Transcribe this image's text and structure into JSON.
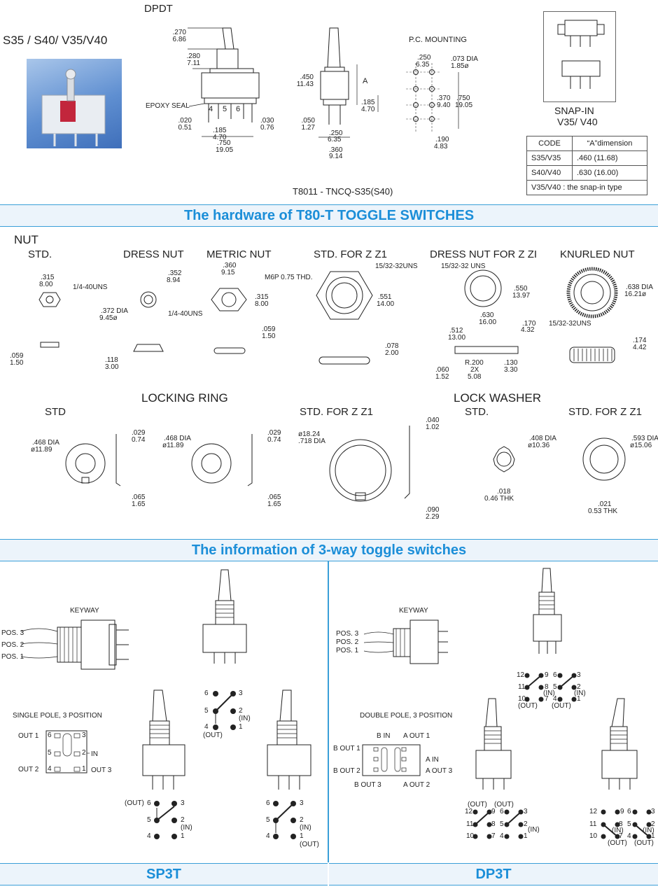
{
  "top": {
    "dpdt_label": "DPDT",
    "model_label": "S35 / S40/ V35/V40",
    "epoxy_seal": "EPOXY SEAL",
    "pin_4": "4",
    "pin_5": "5",
    "pin_6": "6",
    "dim_270": ".270",
    "dim_686": "6.86",
    "dim_280": ".280",
    "dim_711": "7.11",
    "dim_020": ".020",
    "dim_051": "0.51",
    "dim_185a": ".185",
    "dim_470a": "4.70",
    "dim_750a": ".750",
    "dim_1905a": "19.05",
    "dim_030": ".030",
    "dim_076": "0.76",
    "dim_450": ".450",
    "dim_1143": "11.43",
    "dim_A": "A",
    "dim_185b": ".185",
    "dim_470b": "4.70",
    "dim_050": ".050",
    "dim_127": "1.27",
    "dim_250a": ".250",
    "dim_635a": "6.35",
    "dim_360": ".360",
    "dim_914": "9.14",
    "pc_mounting": "P.C. MOUNTING",
    "dim_250b": ".250",
    "dim_635b": "6.35",
    "dim_073": ".073 DIA",
    "dim_185c": "1.85ø",
    "dim_370": ".370",
    "dim_940": "9.40",
    "dim_750b": ".750",
    "dim_1905b": "19.05",
    "dim_190": ".190",
    "dim_483": "4.83",
    "part_no": "T8011 - TNCQ-S35(S40)",
    "snap_in": "SNAP-IN",
    "snap_model": "V35/ V40"
  },
  "code_table": {
    "header_code": "CODE",
    "header_dim": "“A”dimension",
    "rows": [
      {
        "code": "S35/V35",
        "dim": ".460 (11.68)"
      },
      {
        "code": "S40/V40",
        "dim": ".630 (16.00)"
      }
    ],
    "note": "V35/V40 : the snap-in type"
  },
  "banner_hardware": "The hardware of T80-T TOGGLE SWITCHES",
  "nut": {
    "title": "NUT",
    "std": "STD.",
    "dress": "DRESS NUT",
    "metric": "METRIC NUT",
    "stdz": "STD. FOR Z Z1",
    "dressz": "DRESS NUT FOR Z ZI",
    "knurled": "KNURLED NUT",
    "std_dim1": ".315",
    "std_dim2": "8.00",
    "std_thread": "1/4-40UNS",
    "std_h1": ".059",
    "std_h2": "1.50",
    "dress_d1": ".352",
    "dress_d2": "8.94",
    "dress_dia1": ".372 DIA",
    "dress_dia2": "9.45ø",
    "dress_thread": "1/4-40UNS",
    "dress_h1": ".118",
    "dress_h2": "3.00",
    "metric_d1": ".360",
    "metric_d2": "9.15",
    "metric_thread": "M6P 0.75 THD.",
    "metric_d3": ".315",
    "metric_d4": "8.00",
    "metric_h1": ".059",
    "metric_h2": "1.50",
    "stdz_thread": "15/32-32UNS",
    "stdz_d1": ".551",
    "stdz_d2": "14.00",
    "stdz_h1": ".078",
    "stdz_h2": "2.00",
    "dressz_thread": "15/32-32 UNS",
    "dressz_d1": ".550",
    "dressz_d2": "13.97",
    "dressz_d3": ".630",
    "dressz_d4": "16.00",
    "dressz_512": ".512",
    "dressz_1300": "13.00",
    "dressz_170": ".170",
    "dressz_432": "4.32",
    "dressz_060": ".060",
    "dressz_152": "1.52",
    "dressz_r": "R.200",
    "dressz_2x": "2X",
    "dressz_508": "5.08",
    "dressz_130": ".130",
    "dressz_330": "3.30",
    "knurl_d1": ".638 DIA",
    "knurl_d2": "16.21ø",
    "knurl_thread": "15/32-32UNS",
    "knurl_h1": ".174",
    "knurl_h2": "4.42"
  },
  "locking": {
    "ring_title": "LOCKING RING",
    "washer_title": "LOCK WASHER",
    "std1": "STD",
    "stdz1": "STD. FOR Z Z1",
    "std2": "STD.",
    "stdz2": "STD. FOR Z Z1",
    "r1_dia1": ".468 DIA",
    "r1_dia2": "ø11.89",
    "r1_t1": ".029",
    "r1_t2": "0.74",
    "r1_w1": ".065",
    "r1_w2": "1.65",
    "r2_dia1": ".468 DIA",
    "r2_dia2": "ø11.89",
    "r2_t1": ".029",
    "r2_t2": "0.74",
    "r2_w1": ".065",
    "r2_w2": "1.65",
    "r3_dia1": "ø18.24",
    "r3_dia2": ".718 DIA",
    "r3_t1": ".040",
    "r3_t2": "1.02",
    "r3_w1": ".090",
    "r3_w2": "2.29",
    "w1_dia1": ".408 DIA",
    "w1_dia2": "ø10.36",
    "w1_t1": ".018",
    "w1_t2": "0.46 THK",
    "w2_dia1": ".593 DIA",
    "w2_dia2": "ø15.06",
    "w2_t1": ".021",
    "w2_t2": "0.53 THK"
  },
  "banner_info": "The information of 3-way toggle switches",
  "sp3t": {
    "keyway": "KEYWAY",
    "pos3": "POS. 3",
    "pos2": "POS. 2",
    "pos1": "POS. 1",
    "single_pole": "SINGLE POLE, 3 POSITION",
    "out1": "OUT 1",
    "out2": "OUT 2",
    "out3": "OUT 3",
    "in": "IN",
    "p6": "6",
    "p5": "5",
    "p4": "4",
    "p3": "3",
    "p2": "2",
    "p1": "1",
    "label_in": "(IN)",
    "label_out": "(OUT)",
    "footer": "SP3T"
  },
  "dp3t": {
    "keyway": "KEYWAY",
    "pos3": "POS. 3",
    "pos2": "POS. 2",
    "pos1": "POS. 1",
    "double_pole": "DOUBLE POLE, 3 POSITION",
    "b_in": "B IN",
    "a_out1": "A OUT 1",
    "b_out1": "B OUT 1",
    "b_out2": "B OUT 2",
    "b_out3": "B OUT 3",
    "a_in": "A IN",
    "a_out3": "A OUT 3",
    "a_out2": "A OUT 2",
    "n12": "12",
    "n11": "11",
    "n10": "10",
    "n9": "9",
    "n8": "8",
    "n7": "7",
    "n6": "6",
    "n5": "5",
    "n4": "4",
    "n3": "3",
    "n2": "2",
    "n1": "1",
    "label_in": "(IN)",
    "label_out": "(OUT)",
    "footer": "DP3T"
  }
}
